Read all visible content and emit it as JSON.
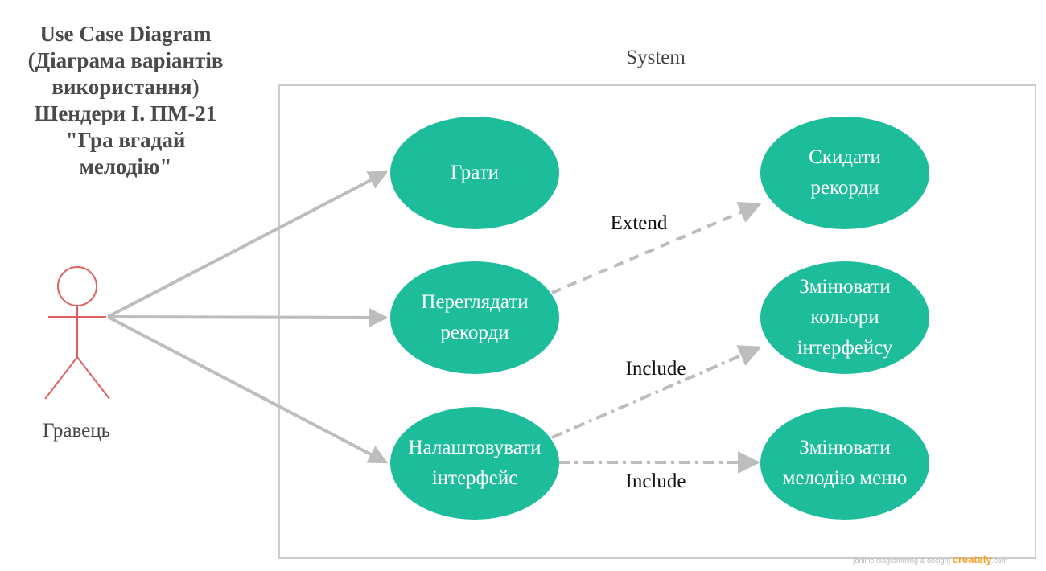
{
  "title_lines": [
    "Use Case Diagram",
    "(Діаграма варіантів",
    "використання)",
    "Шендери І. ПМ-21",
    "\"Гра вгадай",
    "мелодію\""
  ],
  "system_label": "System",
  "actor": {
    "name": "Гравець"
  },
  "use_cases": {
    "play": [
      "Грати"
    ],
    "view_records": [
      "Переглядати",
      "рекорди"
    ],
    "configure_ui": [
      "Налаштовувати",
      "інтерфейс"
    ],
    "reset_records": [
      "Скидати",
      "рекорди"
    ],
    "change_colors": [
      "Змінювати",
      "кольори",
      "інтерфейсу"
    ],
    "change_menu_melody": [
      "Змінювати",
      "мелодію меню"
    ]
  },
  "relations": {
    "extend_label": "Extend",
    "include_label_1": "Include",
    "include_label_2": "Include"
  },
  "colors": {
    "use_case_fill": "#1dbd9b",
    "actor_stroke": "#e06060",
    "association_line": "#bdbdbd",
    "system_border": "#cccccc"
  },
  "watermark": {
    "prefix": "[online diagramming & design]",
    "brand": "creately",
    "suffix": ".com"
  }
}
